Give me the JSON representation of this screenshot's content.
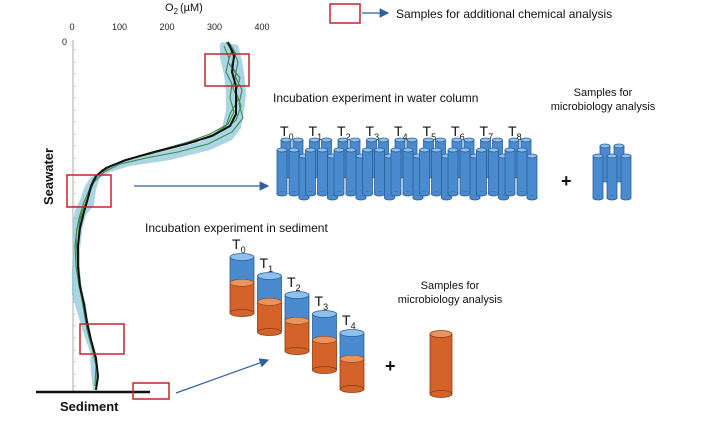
{
  "legend": {
    "text": "Samples for additional chemical analysis",
    "box_color": "#c0262c",
    "arrow_color": "#2f5f9e"
  },
  "profile": {
    "axis_label": "O₂ (µM)",
    "axis_label_base": "O",
    "axis_label_sub": "2",
    "axis_label_unit": "(µM)",
    "ticks": [
      "0",
      "100",
      "200",
      "300",
      "400"
    ],
    "depth_tick": "0",
    "seawater_label": "Seawater",
    "sediment_label": "Sediment",
    "mean_color": "#111111",
    "band_color": "#8fc6dc",
    "series_color": "#3d8a4a"
  },
  "water_column": {
    "title": "Incubation experiment in water column",
    "timepoints": [
      {
        "base": "T",
        "sub": "0"
      },
      {
        "base": "T",
        "sub": "1"
      },
      {
        "base": "T",
        "sub": "2"
      },
      {
        "base": "T",
        "sub": "3"
      },
      {
        "base": "T",
        "sub": "4"
      },
      {
        "base": "T",
        "sub": "5"
      },
      {
        "base": "T",
        "sub": "6"
      },
      {
        "base": "T",
        "sub": "7"
      },
      {
        "base": "T",
        "sub": "8"
      }
    ],
    "plus": "+",
    "micro_label_line1": "Samples for",
    "micro_label_line2": "microbiology analysis",
    "cylinder_color": "#4a8bd0"
  },
  "sediment_incubation": {
    "title": "Incubation experiment in sediment",
    "timepoints": [
      {
        "base": "T",
        "sub": "0"
      },
      {
        "base": "T",
        "sub": "1"
      },
      {
        "base": "T",
        "sub": "2"
      },
      {
        "base": "T",
        "sub": "3"
      },
      {
        "base": "T",
        "sub": "4"
      }
    ],
    "plus": "+",
    "micro_label_line1": "Samples for",
    "micro_label_line2": "microbiology analysis",
    "water_color": "#4a8bd0",
    "sediment_color": "#d4632a"
  }
}
